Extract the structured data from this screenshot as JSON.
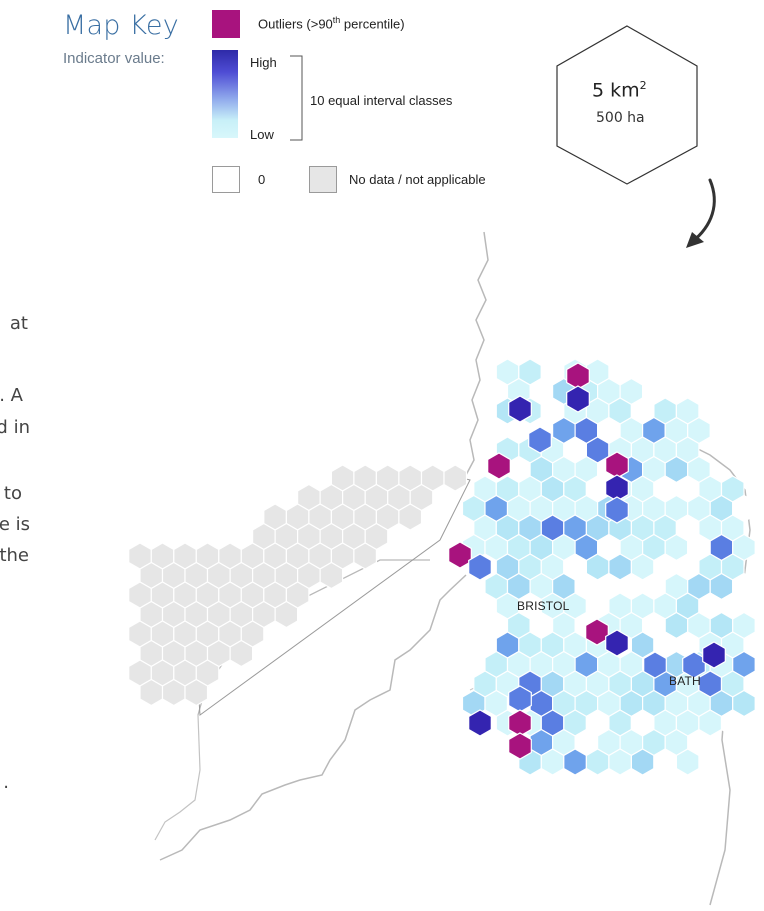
{
  "map_key": {
    "title": "Map Key",
    "subtitle": "Indicator value:",
    "outliers_label": "Outliers  (>90",
    "outliers_sup": "th",
    "outliers_tail": " percentile)",
    "high_label": "High",
    "low_label": "Low",
    "classes_label": "10 equal interval classes",
    "zero_label": "0",
    "nodata_label": "No data / not applicable",
    "colors": {
      "outlier": "#a8137e",
      "high": "#2e2aa8",
      "low": "#d8f7fb",
      "zero": "#ffffff",
      "nodata": "#e6e6e6"
    }
  },
  "hex_scale": {
    "area_label": "5 km",
    "area_sup": "2",
    "ha_label": "500 ha"
  },
  "left_text_fragments": [
    "at",
    "s. A",
    "sed in",
    "d to",
    "here is",
    "the",
    "."
  ],
  "cities": [
    "BRISTOL",
    "BATH"
  ]
}
